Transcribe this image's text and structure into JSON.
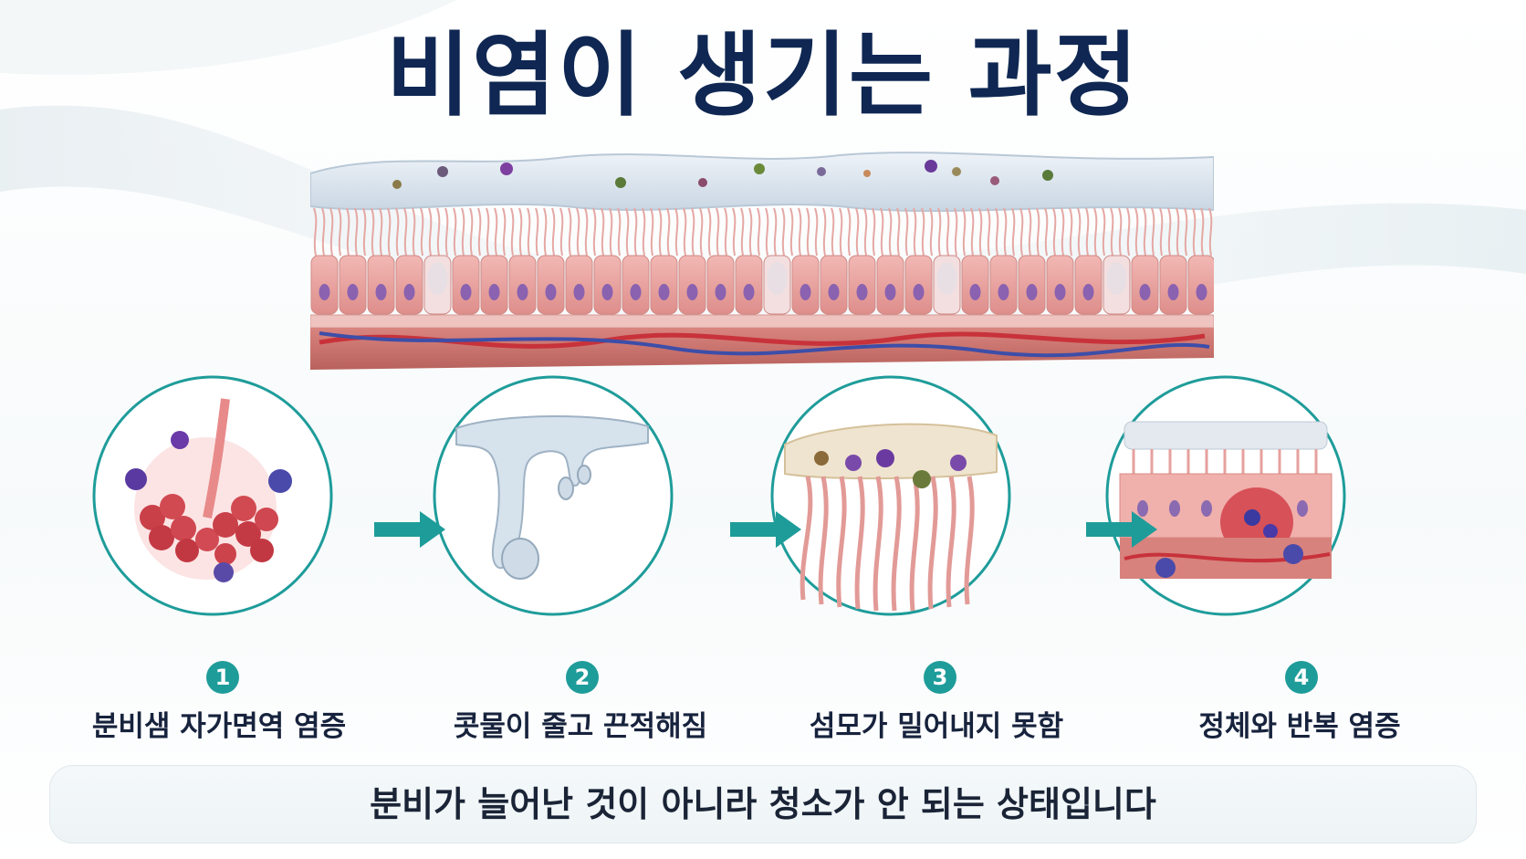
{
  "title": "비염이 생기는 과정",
  "steps": [
    {
      "number": "1",
      "label": "분비샘 자가면역 염증"
    },
    {
      "number": "2",
      "label": "콧물이 줄고 끈적해짐"
    },
    {
      "number": "3",
      "label": "섬모가 밀어내지 못함"
    },
    {
      "number": "4",
      "label": "정체와 반복 염증"
    }
  ],
  "summary": "분비가 늘어난 것이 아니라 청소가 안 되는 상태입니다",
  "colors": {
    "title": "#0f2752",
    "accent_teal": "#1e9c9a",
    "tissue_pink": "#e8a3a0",
    "vessel_red": "#c8323a",
    "vessel_blue": "#3d4ea8",
    "mucus": "#dfe8f0"
  }
}
